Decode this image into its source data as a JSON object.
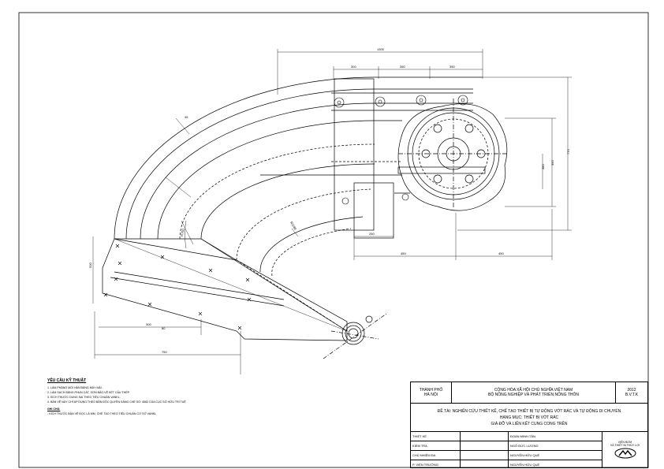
{
  "drawing": {
    "dims": {
      "top_overall": "1300",
      "seg_a": "300",
      "seg_b": "350",
      "seg_c": "350",
      "right_height": "770",
      "right_inner": "350",
      "right_inner2": "380",
      "bottom_gap": "250",
      "bottom_width": "450",
      "bottom_width2": "450",
      "arc_label": "45",
      "radius_label": "R1180",
      "inner_radius": "R750",
      "left_arm": "500",
      "arm_len": "750",
      "arm_short": "300",
      "arm_tick": "80"
    }
  },
  "notes": {
    "title": "YÊU CẦU KỸ THUẬT",
    "lines": [
      "1. LÀM PHẲNG MỐI HÀN BẰNG MÁY MÀI .",
      "2. LÀM SẠCH BẰNG PHUN CÁT, SƠN BẢO VỆ KẾT CẤU THÉP.",
      "3. KÍCH THƯỚC DUNG SAI THEO TIÊU CHUẨN VANKL.",
      "4. BẢN VẼ NÀY CHỈ ÁP DỤNG THEO BẢN ĐỘC QUYỀN SÁNG CHẾ SỐ: 4582 CỦA CỤC SỞ HỮU TRÍ TUỆ"
    ],
    "note_title": "GHI CHÚ:",
    "note_line": "- KÍCH THƯỚC BẢN VẼ ĐỌC LÀ MM, CHẾ TẠO THEO TIÊU CHUẨN CƠ SỞ VANKL"
  },
  "titleblock": {
    "city": "THÀNH PHỐ",
    "city2": "HÀ NỘI",
    "republic": "CỘNG HÒA XÃ HỘI CHỦ NGHĨA VIỆT NAM",
    "ministry": "BỘ NÔNG NGHIỆP VÀ PHÁT TRIỂN NÔNG THÔN",
    "year": "2012",
    "code": "B.V.T.K",
    "topic": "ĐỀ TÀI: NGHIÊN CỨU THIẾT KẾ, CHẾ TẠO THIẾT BỊ TỰ ĐỘNG VỚT RÁC VÀ TỰ ĐỘNG DI CHUYỂN",
    "item": "HẠNG MỤC: THIẾT BỊ VỚT RÁC",
    "part": "GIÁ ĐỠ VÀ LIÊN KẾT CUNG CONG TRÊN",
    "rows": [
      {
        "role": "THIẾT KẾ",
        "name": "ĐOÀN MINH TÂN"
      },
      {
        "role": "KIỂM TRA",
        "name": "NGÔ ĐỨC LƯƠNG"
      },
      {
        "role": "CHỦ NHIỆM ĐA",
        "name": "NGUYỄN HỮU QUẾ"
      },
      {
        "role": "P. VIỆN TRƯỞNG",
        "name": "NGUYỄN HỮU QUẾ"
      }
    ],
    "institute": "VIỆN BƠM",
    "institute2": "VÀ THIẾT BỊ THỦY LỢI"
  }
}
